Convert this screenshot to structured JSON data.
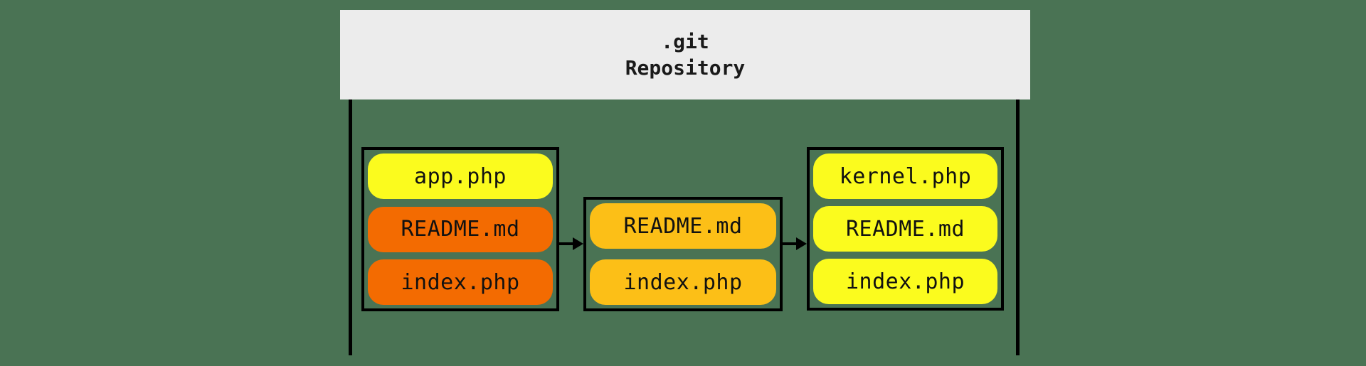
{
  "colors": {
    "background": "#4a7354",
    "header_bg": "#ececec",
    "stroke": "#000000",
    "yellow": "#fbfb1e",
    "gold": "#fcbf17",
    "orange": "#f36b01"
  },
  "header": {
    "line1": ".git",
    "line2": "Repository"
  },
  "boxes": [
    {
      "files": [
        {
          "label": "app.php",
          "color": "yellow"
        },
        {
          "label": "README.md",
          "color": "orange"
        },
        {
          "label": "index.php",
          "color": "orange"
        }
      ]
    },
    {
      "files": [
        {
          "label": "README.md",
          "color": "gold"
        },
        {
          "label": "index.php",
          "color": "gold"
        }
      ]
    },
    {
      "files": [
        {
          "label": "kernel.php",
          "color": "yellow"
        },
        {
          "label": "README.md",
          "color": "yellow"
        },
        {
          "label": "index.php",
          "color": "yellow"
        }
      ]
    }
  ]
}
